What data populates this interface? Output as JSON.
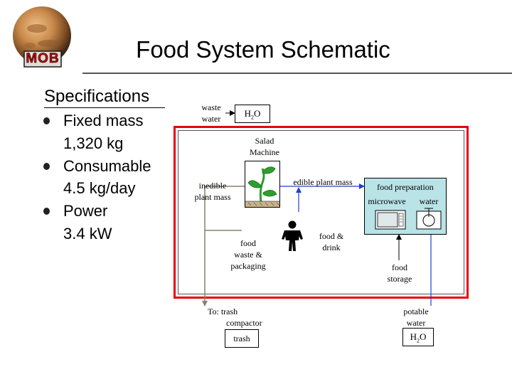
{
  "header": {
    "title": "Food System Schematic",
    "logo_text": "MOB"
  },
  "specs": {
    "heading": "Specifications",
    "items": [
      {
        "label": "Fixed mass",
        "value": "1,320 kg"
      },
      {
        "label": "Consumable",
        "value": "4.5 kg/day"
      },
      {
        "label": "Power",
        "value": "3.4 kW"
      }
    ]
  },
  "diagram": {
    "waste_water": [
      "waste",
      "water"
    ],
    "h2o_top": {
      "main": "H",
      "sub": "2",
      "tail": "O"
    },
    "salad_machine": [
      "Salad",
      "Machine"
    ],
    "inedible": [
      "inedible",
      "plant mass"
    ],
    "edible": "edible plant mass",
    "food_prep": {
      "title": "food preparation",
      "items": [
        "microwave",
        "water"
      ]
    },
    "food_waste": [
      "food",
      "waste &",
      "packaging"
    ],
    "food_drink": [
      "food &",
      "drink"
    ],
    "food_storage": [
      "food",
      "storage"
    ],
    "trash_dest": [
      "To: trash",
      "compactor"
    ],
    "trash": "trash",
    "potable": [
      "potable",
      "water"
    ],
    "h2o_bottom": {
      "main": "H",
      "sub": "2",
      "tail": "O"
    }
  },
  "colors": {
    "system_boundary": "#e8000b",
    "food_prep_fill": "#b9e3e6",
    "connector": "#8a7f6a",
    "arrow_blue": "#1f3fd1",
    "title_rule": "#555555"
  }
}
